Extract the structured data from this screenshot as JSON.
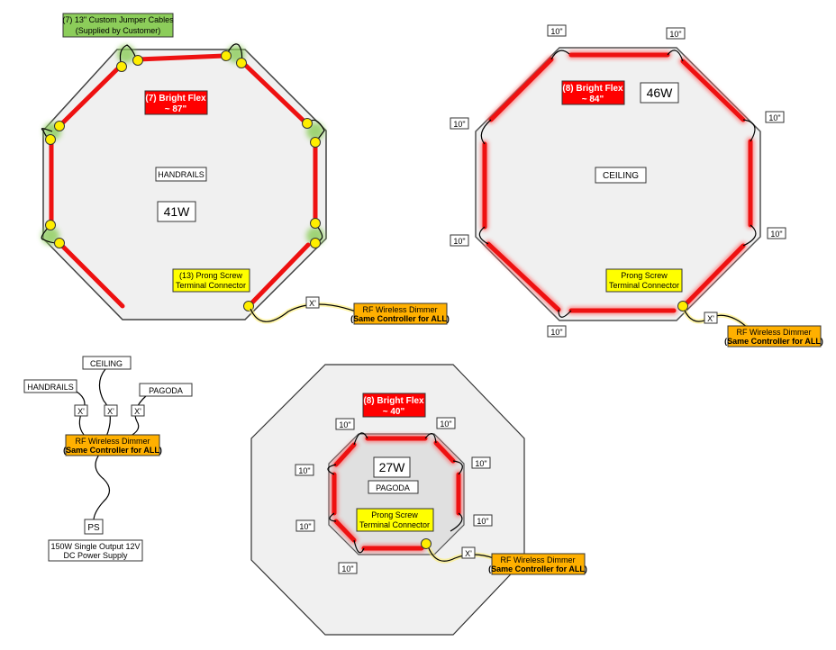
{
  "handrails": {
    "jumper_line1": "(7) 13\" Custom Jumper Cables",
    "jumper_line2": "(Supplied by Customer)",
    "flex_line1": "(7) Bright Flex",
    "flex_line2": "~ 87\"",
    "name": "HANDRAILS",
    "watts": "41W",
    "terminal_line1": "(13) Prong Screw",
    "terminal_line2": "Terminal Connector",
    "x_label": "X'",
    "dimmer_line1": "RF Wireless Dimmer",
    "dimmer_line2": "(Same Controller for ALL)"
  },
  "ceiling": {
    "flex_line1": "(8) Bright Flex",
    "flex_line2": "~ 84\"",
    "watts": "46W",
    "name": "CEILING",
    "terminal_line1": "Prong Screw",
    "terminal_line2": "Terminal Connector",
    "lead_label": "10\"",
    "x_label": "X'",
    "dimmer_line1": "RF Wireless Dimmer",
    "dimmer_line2": "(Same Controller for ALL)"
  },
  "pagoda": {
    "flex_line1": "(8) Bright Flex",
    "flex_line2": "~ 40\"",
    "watts": "27W",
    "name": "PAGODA",
    "terminal_line1": "Prong Screw",
    "terminal_line2": "Terminal Connector",
    "lead_label": "10\"",
    "x_label": "X'",
    "dimmer_line1": "RF Wireless Dimmer",
    "dimmer_line2": "(Same Controller for ALL)"
  },
  "wiring": {
    "ceiling": "CEILING",
    "handrails": "HANDRAILS",
    "pagoda": "PAGODA",
    "x_label": "X'",
    "dimmer_line1": "RF Wireless Dimmer",
    "dimmer_line2": "(Same Controller for ALL)",
    "ps": "PS",
    "psu_line1": "150W Single Output 12V",
    "psu_line2": "DC Power Supply"
  },
  "colors": {
    "flex_red": "#ee1111",
    "flex_label_bg": "#ff0000",
    "jumper_green": "#8ccd5a",
    "terminal_yellow": "#ffff00",
    "dimmer_orange": "#ffb000",
    "connector_yellow": "#ffee00",
    "panel_fill": "#f0f0f0"
  }
}
